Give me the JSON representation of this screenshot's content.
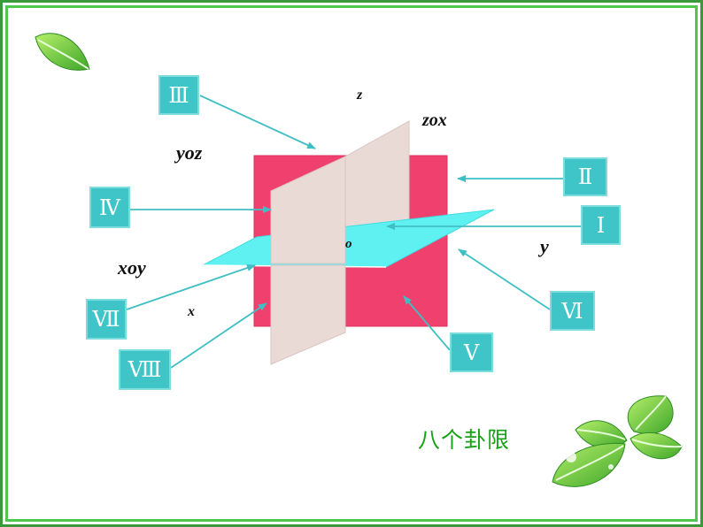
{
  "labels": {
    "octant_1": "Ⅰ",
    "octant_2": "Ⅱ",
    "octant_3": "Ⅲ",
    "octant_4": "Ⅳ",
    "octant_5": "Ⅴ",
    "octant_6": "Ⅵ",
    "octant_7": "Ⅶ",
    "octant_8": "Ⅷ"
  },
  "axes": {
    "z": "z",
    "y": "y",
    "x": "x",
    "origin": "o"
  },
  "planes": {
    "yoz": "yoz",
    "zox": "zox",
    "xoy": "xoy"
  },
  "caption": "八个卦限",
  "colors": {
    "frame_dark": "#3a9a3a",
    "frame_light": "#4cc84c",
    "yoz_plane": "#f0416e",
    "zox_plane": "#eadad6",
    "xoy_plane": "#5ff0f2",
    "label_box": "#3fc5c8",
    "arrow": "#3fbfc4",
    "caption": "#17a317"
  }
}
